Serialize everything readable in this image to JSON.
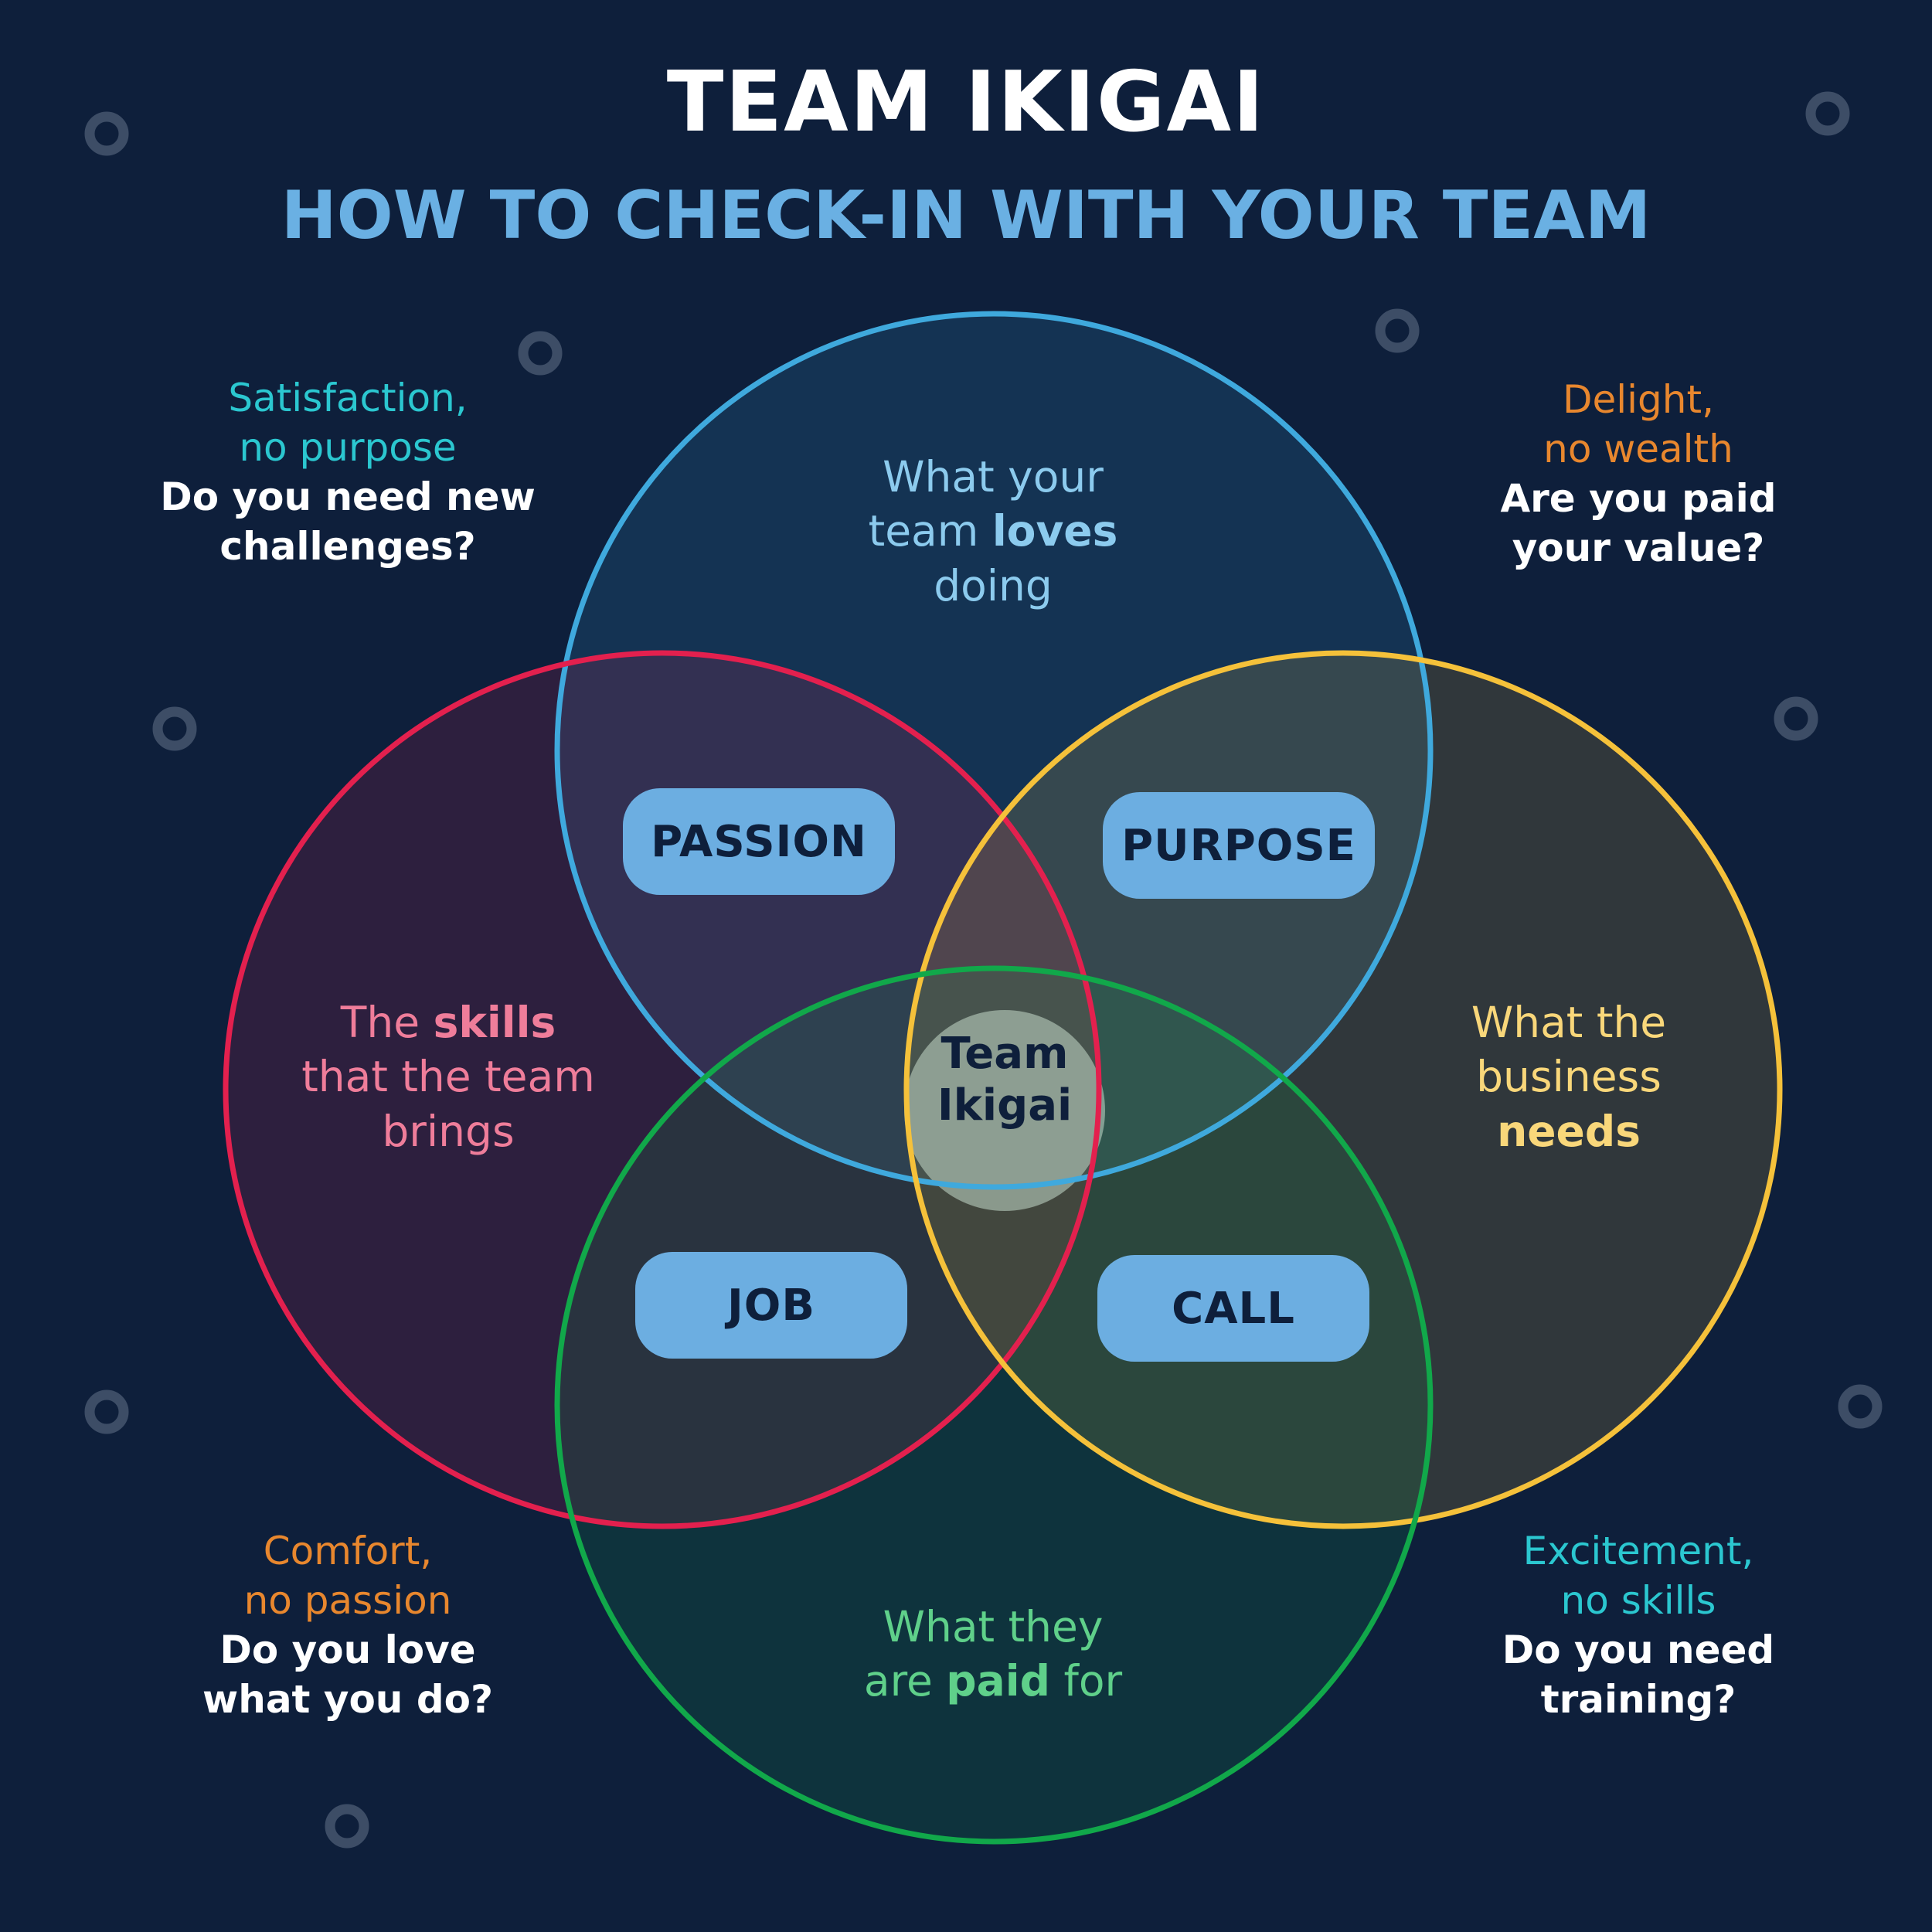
{
  "header": {
    "title": "TEAM IKIGAI",
    "subtitle": "HOW TO CHECK-IN WITH YOUR TEAM"
  },
  "colors": {
    "background": "#0e1f3b",
    "love": "#3fa9dd",
    "skills": "#e3204e",
    "needs": "#f5c13a",
    "paid": "#11a84a",
    "pill": "#6caee1",
    "teal_text": "#2bc7d0",
    "orange_text": "#e8872e"
  },
  "circles": {
    "love": {
      "pre": "What your",
      "mid_pre": "team ",
      "bold": "loves",
      "post": "doing"
    },
    "skills": {
      "pre": "The ",
      "bold": "skills",
      "line2": "that the team",
      "line3": "brings"
    },
    "needs": {
      "line1": "What the",
      "line2": "business",
      "bold": "needs"
    },
    "paid": {
      "line1": "What they",
      "pre": "are ",
      "bold": "paid",
      "post": " for"
    }
  },
  "intersections": {
    "passion": "PASSION",
    "purpose": "PURPOSE",
    "job": "JOB",
    "call": "CALL",
    "center_line1": "Team",
    "center_line2": "Ikigai"
  },
  "corners": {
    "top_left": {
      "line1": "Satisfaction,",
      "line2": "no purpose",
      "q1": "Do you need new",
      "q2": "challenges?"
    },
    "top_right": {
      "line1": "Delight,",
      "line2": "no wealth",
      "q1": "Are you paid",
      "q2": "your value?"
    },
    "bottom_left": {
      "line1": "Comfort,",
      "line2": "no passion",
      "q1": "Do you love",
      "q2": "what you do?"
    },
    "bottom_right": {
      "line1": "Excitement,",
      "line2": "no skills",
      "q1": "Do you need",
      "q2": "training?"
    }
  }
}
